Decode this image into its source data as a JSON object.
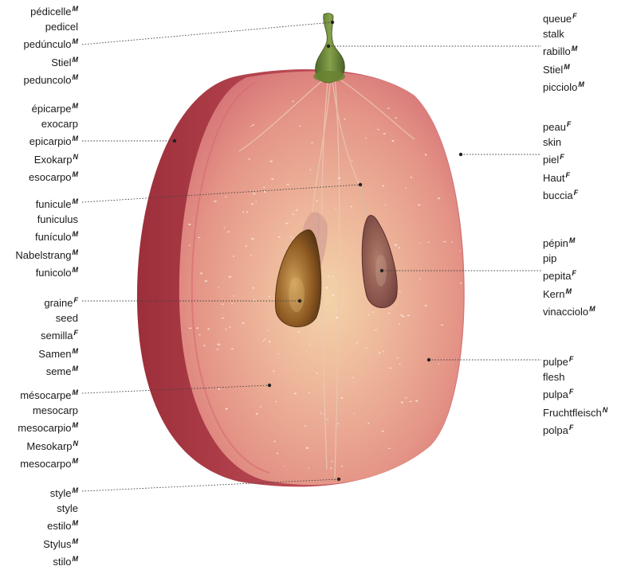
{
  "labels": {
    "left": [
      {
        "id": "pedicel",
        "terms": [
          {
            "word": "pédicelle",
            "gender": "M"
          },
          {
            "word": "pedicel",
            "gender": ""
          },
          {
            "word": "pedúnculo",
            "gender": "M"
          },
          {
            "word": "Stiel",
            "gender": "M"
          },
          {
            "word": "peduncolo",
            "gender": "M"
          }
        ]
      },
      {
        "id": "epicarp",
        "terms": [
          {
            "word": "épicarpe",
            "gender": "M"
          },
          {
            "word": "exocarp",
            "gender": ""
          },
          {
            "word": "epicarpio",
            "gender": "M"
          },
          {
            "word": "Exokarp",
            "gender": "N"
          },
          {
            "word": "esocarpo",
            "gender": "M"
          }
        ]
      },
      {
        "id": "funicle",
        "terms": [
          {
            "word": "funicule",
            "gender": "M"
          },
          {
            "word": "funiculus",
            "gender": ""
          },
          {
            "word": "funículo",
            "gender": "M"
          },
          {
            "word": "Nabelstrang",
            "gender": "M"
          },
          {
            "word": "funicolo",
            "gender": "M"
          }
        ]
      },
      {
        "id": "seed",
        "terms": [
          {
            "word": "graine",
            "gender": "F"
          },
          {
            "word": "seed",
            "gender": ""
          },
          {
            "word": "semilla",
            "gender": "F"
          },
          {
            "word": "Samen",
            "gender": "M"
          },
          {
            "word": "seme",
            "gender": "M"
          }
        ]
      },
      {
        "id": "mesocarp",
        "terms": [
          {
            "word": "mésocarpe",
            "gender": "M"
          },
          {
            "word": "mesocarp",
            "gender": ""
          },
          {
            "word": "mesocarpio",
            "gender": "M"
          },
          {
            "word": "Mesokarp",
            "gender": "N"
          },
          {
            "word": "mesocarpo",
            "gender": "M"
          }
        ]
      },
      {
        "id": "style",
        "terms": [
          {
            "word": "style",
            "gender": "M"
          },
          {
            "word": "style",
            "gender": ""
          },
          {
            "word": "estilo",
            "gender": "M"
          },
          {
            "word": "Stylus",
            "gender": "M"
          },
          {
            "word": "stilo",
            "gender": "M"
          }
        ]
      }
    ],
    "right": [
      {
        "id": "stalk",
        "terms": [
          {
            "word": "queue",
            "gender": "F"
          },
          {
            "word": "stalk",
            "gender": ""
          },
          {
            "word": "rabillo",
            "gender": "M"
          },
          {
            "word": "Stiel",
            "gender": "M"
          },
          {
            "word": "picciolo",
            "gender": "M"
          }
        ]
      },
      {
        "id": "skin",
        "terms": [
          {
            "word": "peau",
            "gender": "F"
          },
          {
            "word": "skin",
            "gender": ""
          },
          {
            "word": "piel",
            "gender": "F"
          },
          {
            "word": "Haut",
            "gender": "F"
          },
          {
            "word": "buccia",
            "gender": "F"
          }
        ]
      },
      {
        "id": "pip",
        "terms": [
          {
            "word": "pépin",
            "gender": "M"
          },
          {
            "word": "pip",
            "gender": ""
          },
          {
            "word": "pepita",
            "gender": "F"
          },
          {
            "word": "Kern",
            "gender": "M"
          },
          {
            "word": "vinacciolo",
            "gender": "M"
          }
        ]
      },
      {
        "id": "flesh",
        "terms": [
          {
            "word": "pulpe",
            "gender": "F"
          },
          {
            "word": "flesh",
            "gender": ""
          },
          {
            "word": "pulpa",
            "gender": "F"
          },
          {
            "word": "Fruchtfleisch",
            "gender": "N"
          },
          {
            "word": "polpa",
            "gender": "F"
          }
        ]
      }
    ]
  },
  "colors": {
    "skin": "#b8454c",
    "flesh": "#e99b8c",
    "stem": "#6f8a3a",
    "seed": "#9a6a2e"
  }
}
